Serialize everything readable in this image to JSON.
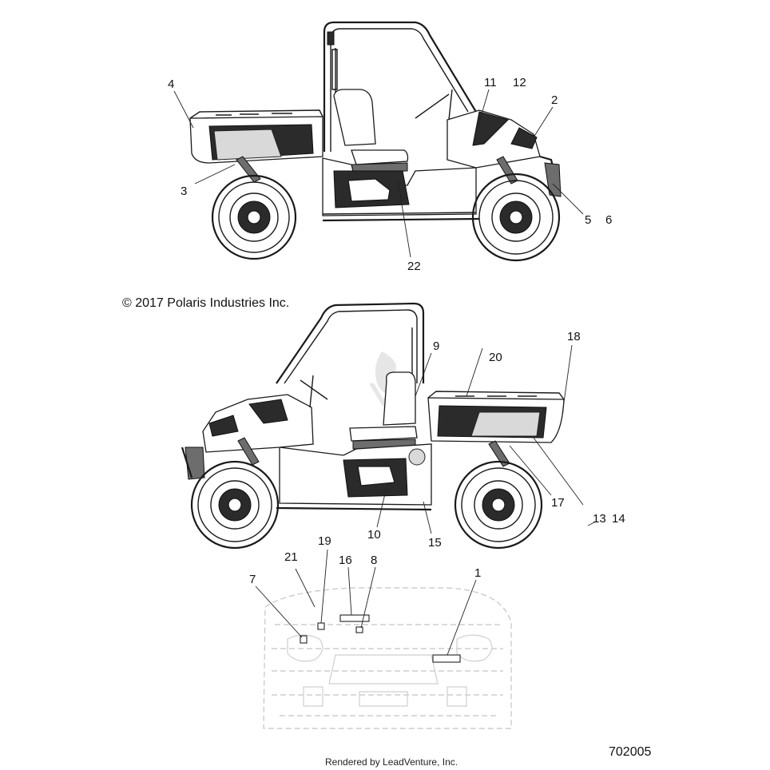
{
  "copyright": "© 2017 Polaris Industries Inc.",
  "footer": "Rendered by LeadVenture, Inc.",
  "diagram_id": "702005",
  "callouts": [
    "1",
    "2",
    "3",
    "4",
    "5",
    "6",
    "7",
    "8",
    "9",
    "10",
    "11",
    "12",
    "13",
    "14",
    "15",
    "16",
    "17",
    "18",
    "19",
    "20",
    "21",
    "22"
  ]
}
